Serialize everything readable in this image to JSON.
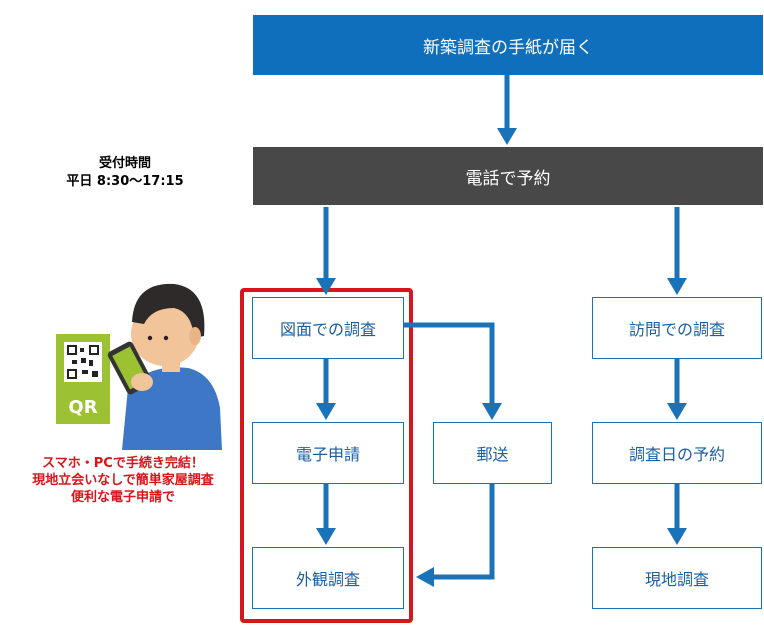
{
  "top_banner": "新築調査の手紙が届く",
  "phone_banner": "電話で予約",
  "hours": {
    "title": "受付時間",
    "time": "平日 8:30〜17:15"
  },
  "left_column": {
    "step1": "図面での調査",
    "step2": "電子申請",
    "step3": "外観調査"
  },
  "middle_box": "郵送",
  "right_column": {
    "step1": "訪問での調査",
    "step2": "調査日の予約",
    "step3": "現地調査"
  },
  "promo": {
    "line1": "スマホ・PCで手続き完結！",
    "line2": "現地立会いなしで簡単家屋調査",
    "line3": "便利な電子申請で"
  },
  "qr_label": "QR",
  "colors": {
    "blue": "#0f6fbd",
    "dark": "#484848",
    "arrow": "#1a72b8",
    "highlight": "#d8141c"
  }
}
